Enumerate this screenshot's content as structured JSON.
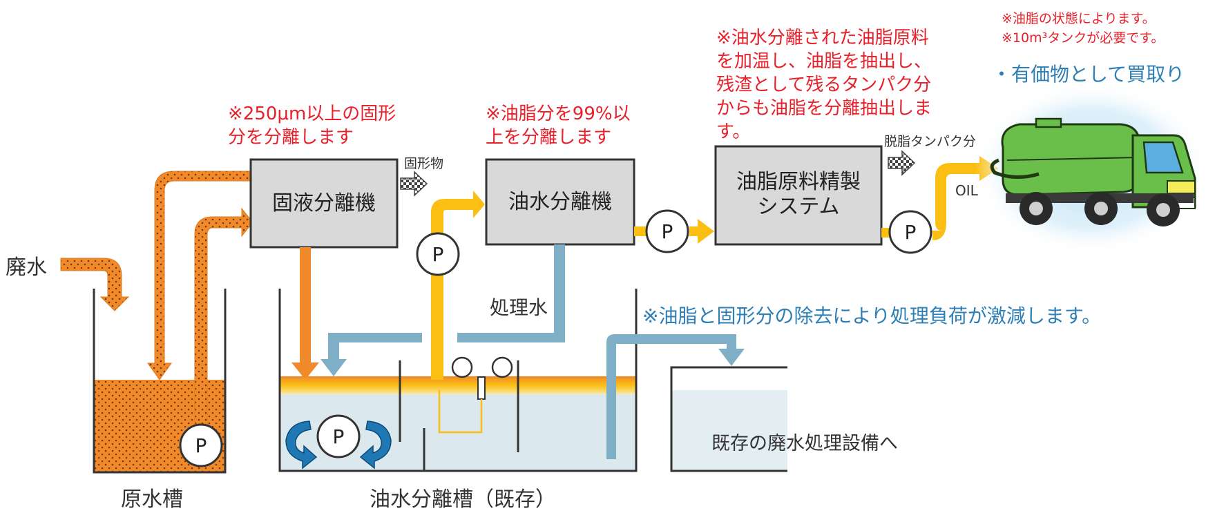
{
  "inputs": {
    "wastewater": "廃水"
  },
  "tanks": {
    "raw_water": "原水槽",
    "separation_tank": "油水分離槽（既存）",
    "existing_facility": "既存の廃水処理設備へ",
    "treated_water": "処理水"
  },
  "equipment": {
    "solid_liquid": "固液分離機",
    "oil_water": "油水分離機",
    "refining_line1": "油脂原料精製",
    "refining_line2": "システム",
    "pump": "P"
  },
  "flow_labels": {
    "solids": "固形物",
    "defatted_protein": "脱脂タンパク分",
    "oil": "OIL"
  },
  "notes": {
    "solid_note_1": "※250μm以上の固形",
    "solid_note_2": "分を分離します",
    "oil_note_1": "※油脂分を99%以",
    "oil_note_2": "上を分離します",
    "refine_note_1": "※油水分離された油脂原料",
    "refine_note_2": "を加温し、油脂を抽出し、",
    "refine_note_3": "残渣として残るタンパク分",
    "refine_note_4": "からも油脂を分離抽出しま",
    "refine_note_5": "す。",
    "condition_1": "※油脂の状態によります。",
    "condition_2": "※10m³タンクが必要です。",
    "buyback": "・有価物として買取り",
    "load_reduction": "※油脂と固形分の除去により処理負荷が激減します。"
  },
  "colors": {
    "wastewater": "#f08a2a",
    "oil": "#fbbf14",
    "water": "#7fafc6",
    "box": "#d9d9d9",
    "note_red": "#e8202a",
    "note_blue": "#2e7fb6",
    "circulation_arrow": "#1f78b4"
  },
  "icons": [
    "tank-truck-icon",
    "pump-icon",
    "solids-hatched-arrow-icon",
    "circulation-arrow-icon"
  ]
}
